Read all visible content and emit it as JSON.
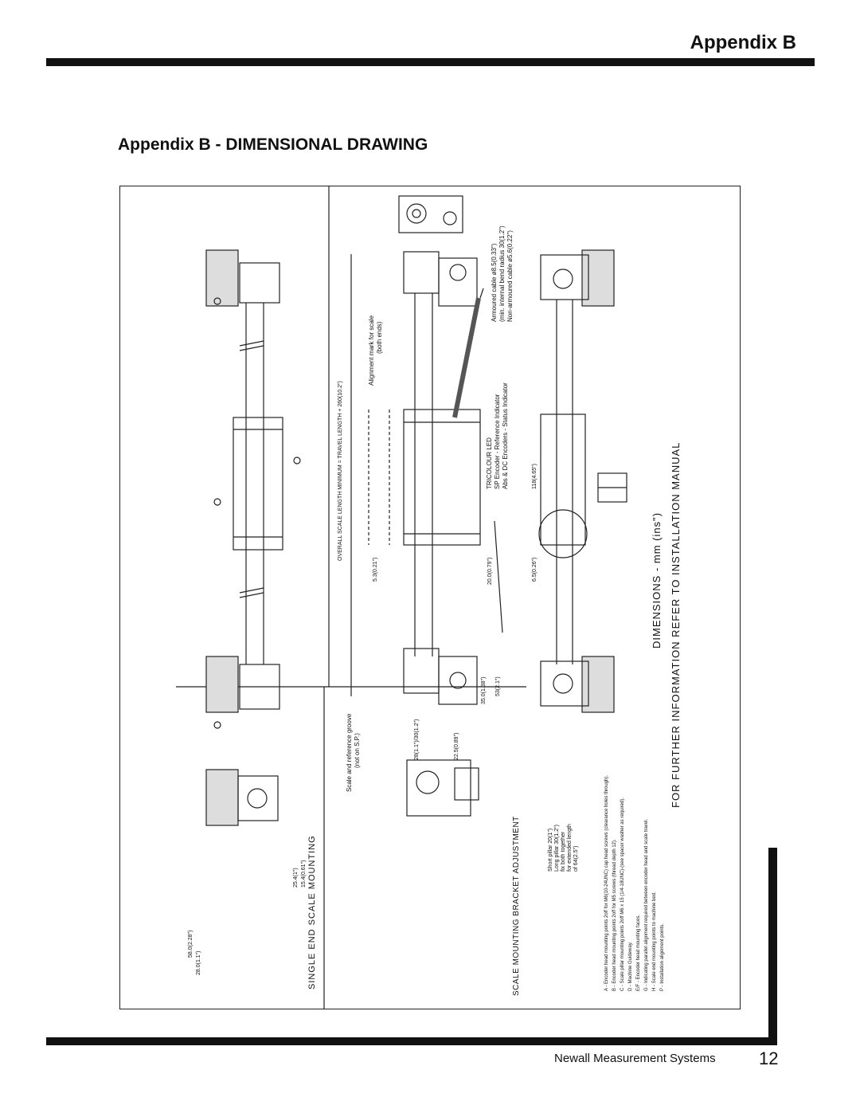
{
  "header": {
    "title": "Appendix B"
  },
  "page": {
    "heading": "Appendix B - DIMENSIONAL DRAWING"
  },
  "drawing": {
    "title_line": "FOR FURTHER INFORMATION REFER TO INSTALLATION MANUAL",
    "units_line": "DIMENSIONS - mm (ins\")",
    "section_left": "SINGLE END SCALE MOUNTING",
    "section_mid": "SCALE MOUNTING BRACKET ADJUSTMENT",
    "overall_length": "OVERALL SCALE LENGTH MINIMUM = TRAVEL LENGTH + 260(10.2\")",
    "cable_notes": [
      "Armoured cable ø8.5(0.33\")",
      "(min. internal bend radius 30(1.2\")",
      "Non-armoured cable ø5.6(0.22\")"
    ],
    "alignment_note": [
      "Alignment mark for scale",
      "(both ends)"
    ],
    "led_notes": [
      "TRICOLOUR LED",
      "SP Encoder - Reference Indicator",
      "Abs & DC Encoders - Status Indicator"
    ],
    "scale_groove_note": [
      "Scale and reference groove",
      "(not on S.P.)"
    ],
    "dims": {
      "d1": "5.3(0.21\")",
      "d2": "118(4.65\")",
      "d3": "6.5(0.26\")",
      "d4": "20.0(0.79\")",
      "d5": "35.0(1.38\")",
      "d6": "53(2.1\")",
      "d7": "22.5(0.89\")",
      "d8": "28(1.1\")/30(1.2\")",
      "d9": "58.0(2.28\")",
      "d10": "28.0(1.1\")",
      "d11": "15.4(0.61\")",
      "d12": "25.4(1\")"
    },
    "legend": [
      "A - Encoder head mounting points 2off for M6(10-24UNC) cap head screws (clearance holes through).",
      "B - Encoder head mounting points 2off for M5 screws (thread depth 12).",
      "C - Scale pillar mounting points 2off M6 x 15 (1/4-18UNC)-(see spacer washer as required).",
      "D - Machine Guideway.",
      "E/F - Encoder head mounting faces.",
      "G - Indicating parallel alignment required between encoder head and scale travel.",
      "H - Scale end mounting points to machine bed.",
      "P - Installation alignment points."
    ],
    "mount_notes": [
      "Short pillar 20(1\")",
      "Long pillar 30(1.2\")",
      "fix both together",
      "for extended length",
      "of 64(2.5\")"
    ]
  },
  "footer": {
    "company": "Newall Measurement Systems",
    "page_number": "12"
  }
}
